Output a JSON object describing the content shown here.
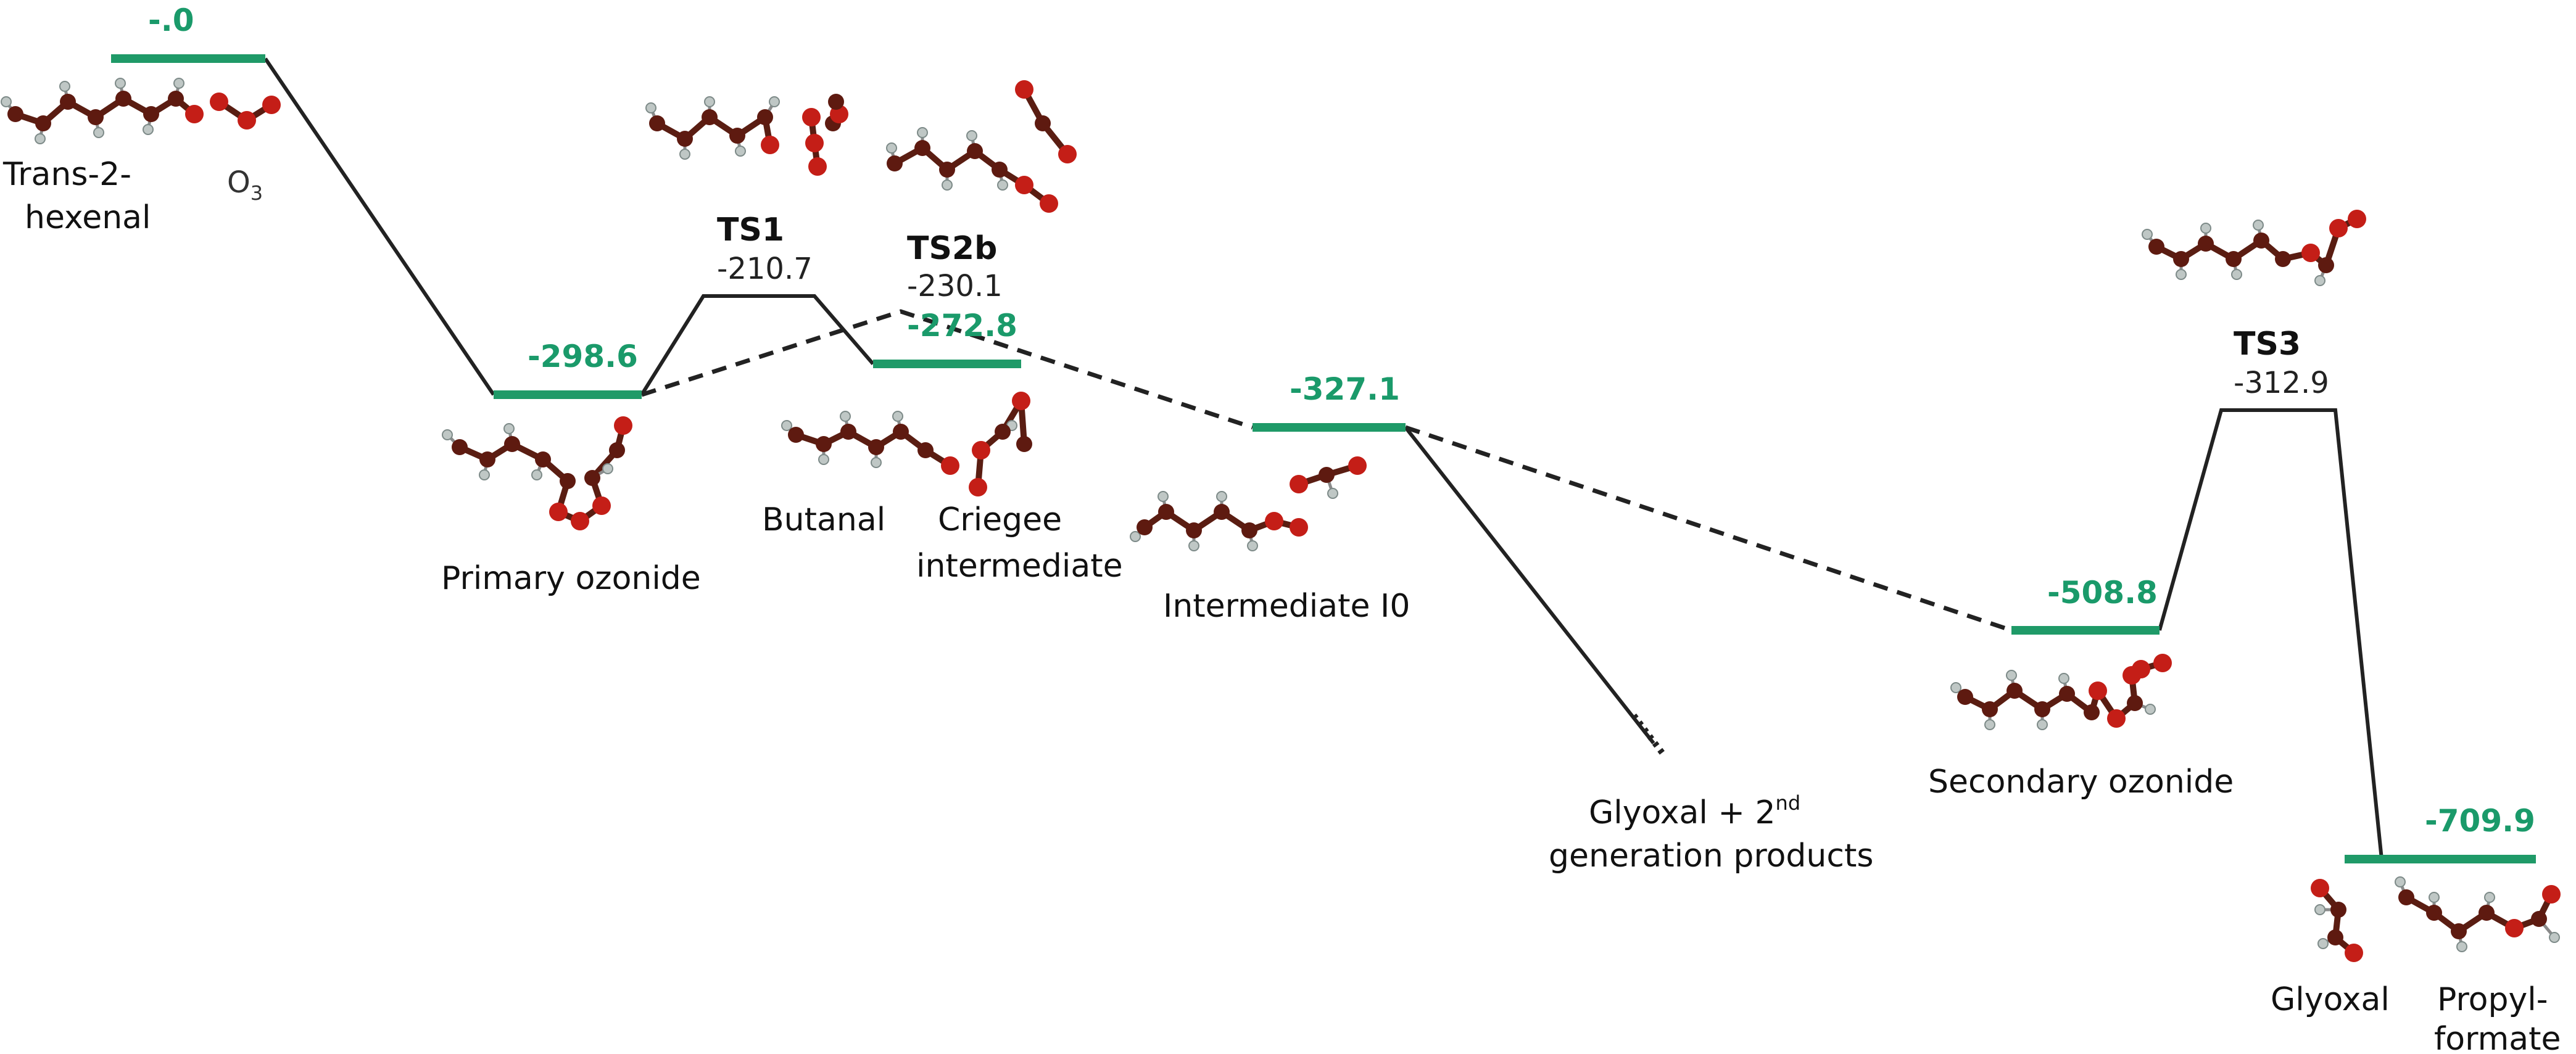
{
  "levels": {
    "reactants": "-.0",
    "primary_ozonide": "-298.6",
    "ts1": "-210.7",
    "ts2b": "-230.1",
    "butanal_criegee": "-272.8",
    "intermediate_i0": "-327.1",
    "secondary_ozonide": "-508.8",
    "ts3": "-312.9",
    "products": "-709.9"
  },
  "ts_names": {
    "ts1": "TS1",
    "ts2b": "TS2b",
    "ts3": "TS3"
  },
  "labels": {
    "trans_hexenal_1": "Trans-2-",
    "trans_hexenal_2": "hexenal",
    "o3_main": "O",
    "o3_sub": "3",
    "primary_ozonide": "Primary ozonide",
    "butanal": "Butanal",
    "criegee_1": "Criegee",
    "criegee_2": "intermediate",
    "intermediate_i0": "Intermediate I0",
    "glyoxal_1_main": "Glyoxal + 2",
    "glyoxal_1_sup": "nd",
    "glyoxal_2": "generation products",
    "secondary_ozonide": "Secondary ozonide",
    "glyoxal": "Glyoxal",
    "propyl_1": "Propyl-",
    "propyl_2": "formate"
  },
  "colors": {
    "level_bar": "#1f9a68",
    "level_text": "#1a9a6a",
    "carbon": "#5e1a10",
    "oxygen": "#c41e17",
    "hydrogen": "#bfc7c5"
  }
}
